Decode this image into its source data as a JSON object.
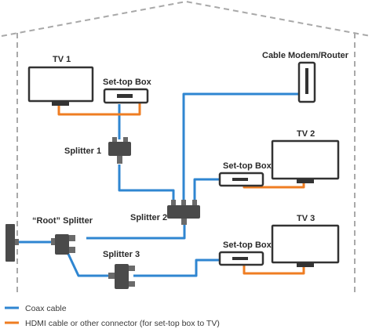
{
  "labels": {
    "tv1": "TV 1",
    "tv2": "TV 2",
    "tv3": "TV 3",
    "modem": "Cable Modem/Router",
    "stb1": "Set-top Box",
    "stb2": "Set-top Box",
    "stb3": "Set-top Box",
    "splitter1": "Splitter 1",
    "splitter2": "Splitter 2",
    "splitter3": "Splitter 3",
    "root_splitter": "“Root” Splitter"
  },
  "legend": {
    "coax": "Coax cable",
    "hdmi": "HDMI cable or other connector (for set-top box to TV)"
  },
  "colors": {
    "coax": "#2f86d1",
    "hdmi": "#ef7d22",
    "house_outline": "#a9a9a9",
    "device": "#333333"
  }
}
